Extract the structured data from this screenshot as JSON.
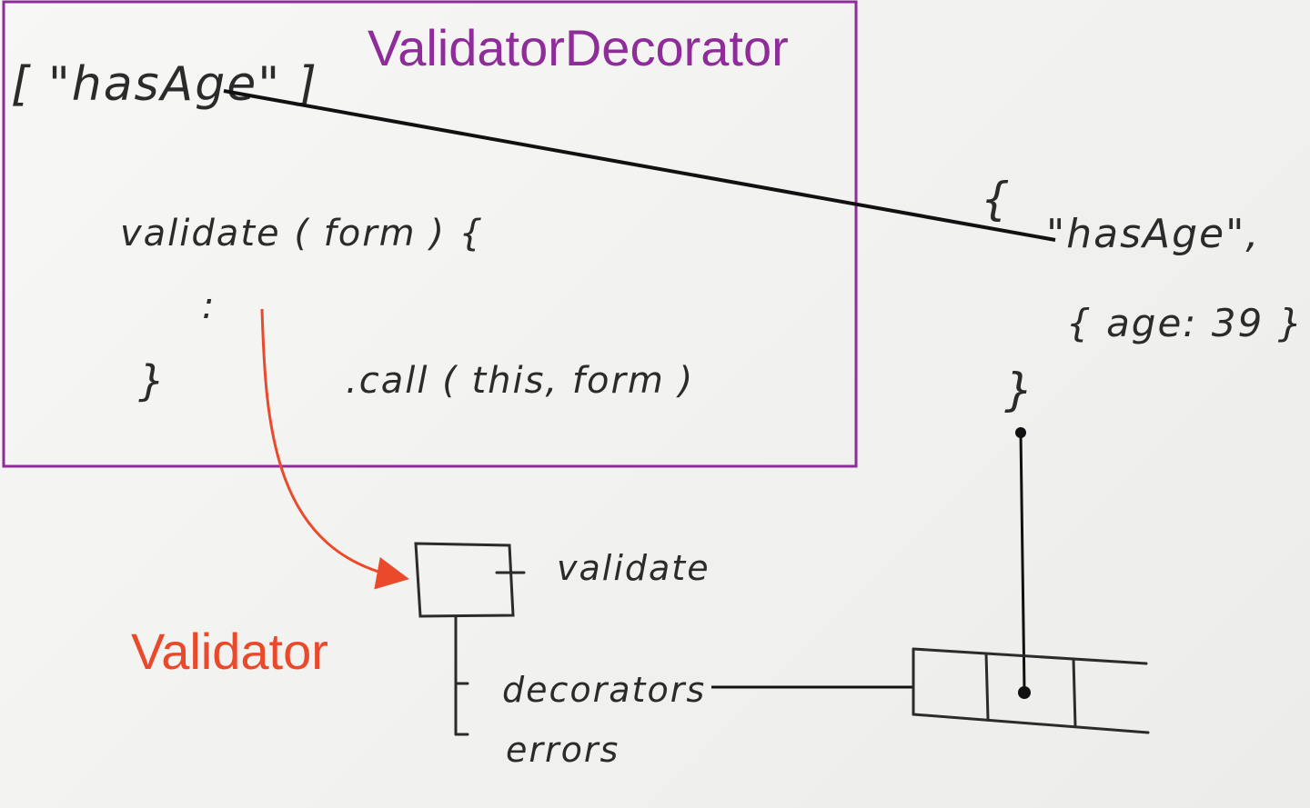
{
  "colors": {
    "decorator": "#8e2c99",
    "validator": "#ea4a2b",
    "ink": "#2b2b2b",
    "line": "#111111"
  },
  "decorator_box": {
    "title": "ValidatorDecorator",
    "array_literal": "[ \"hasAge\" ]",
    "method_signature": "validate ( form ) {",
    "ellipsis": ":",
    "closing_brace": "}",
    "call_expression": ".call ( this, form )"
  },
  "object_literal": {
    "open_brace": "{",
    "key": "\"hasAge\",",
    "value": "{ age: 39 }",
    "close_brace": "}"
  },
  "validator_box": {
    "title": "Validator",
    "method_validate": "validate",
    "field_decorators": "decorators",
    "field_errors": "errors"
  }
}
